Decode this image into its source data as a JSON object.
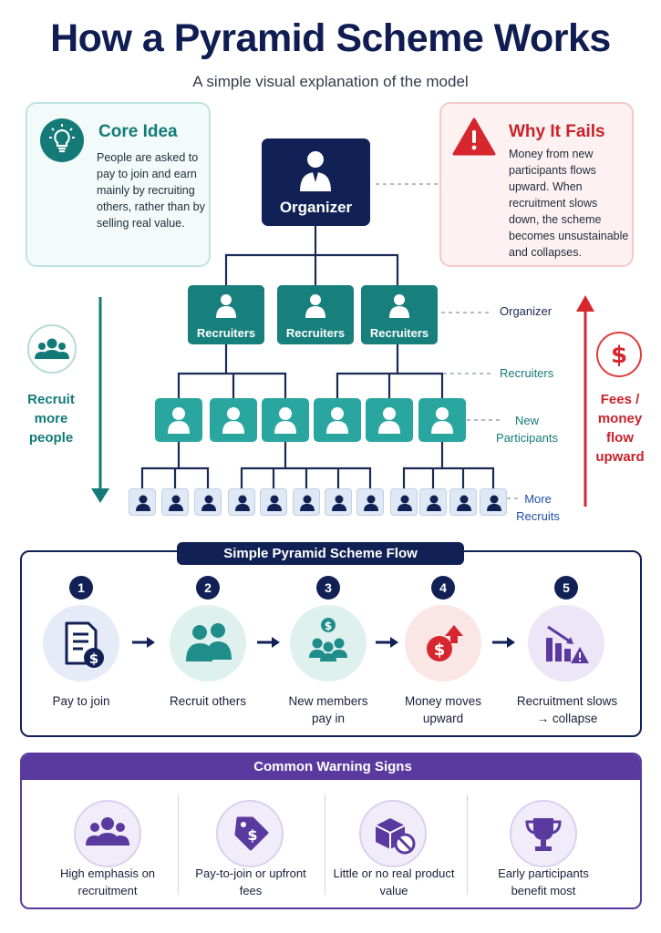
{
  "header": {
    "title": "How a Pyramid Scheme Works",
    "subtitle": "A simple visual explanation of the model"
  },
  "core_idea": {
    "title": "Core Idea",
    "text": "People are asked to pay to join and earn mainly by recruiting others, rather than by selling real value.",
    "icon": "lightbulb-icon"
  },
  "why_fails": {
    "title": "Why It Fails",
    "text": "Money from new participants flows upward. When recruitment slows down, the scheme becomes unsustainable and collapses.",
    "icon": "warning-icon"
  },
  "pyramid": {
    "top_label": "Organizer",
    "recruiter_label": "Recruiters",
    "levels": {
      "organizer": "Organizer",
      "recruiters": "Recruiters",
      "new_participants": "New Participants",
      "more_recruits": "More Recruits"
    }
  },
  "side_left": {
    "text": "Recruit more people",
    "icon": "people-group-icon"
  },
  "side_right": {
    "text": "Fees / money flow upward",
    "icon": "dollar-icon"
  },
  "flow": {
    "title": "Simple Pyramid Scheme Flow",
    "steps": [
      {
        "num": "1",
        "label": "Pay to join",
        "icon": "document-dollar-icon"
      },
      {
        "num": "2",
        "label": "Recruit others",
        "icon": "two-people-icon"
      },
      {
        "num": "3",
        "label": "New members pay in",
        "icon": "group-dollar-icon"
      },
      {
        "num": "4",
        "label": "Money moves upward",
        "icon": "dollar-up-arrow-icon"
      },
      {
        "num": "5",
        "label": "Recruitment slows → collapse",
        "icon": "falling-bars-icon"
      }
    ]
  },
  "warnings": {
    "title": "Common Warning Signs",
    "items": [
      {
        "label": "High emphasis on recruitment",
        "icon": "group-icon"
      },
      {
        "label": "Pay-to-join or upfront fees",
        "icon": "price-tag-icon"
      },
      {
        "label": "Little or no real product value",
        "icon": "box-blocked-icon"
      },
      {
        "label": "Early participants benefit most",
        "icon": "trophy-icon"
      }
    ]
  },
  "colors": {
    "navy": "#122155",
    "teal": "#177f7c",
    "red": "#c8232b",
    "purple": "#5b3aa0"
  }
}
